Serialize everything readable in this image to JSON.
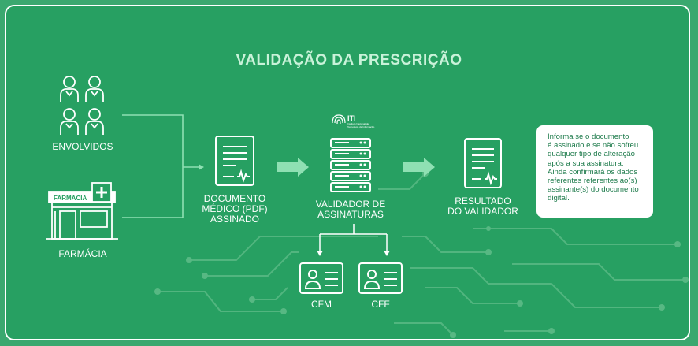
{
  "title": "VALIDAÇÃO DA PRESCRIÇÃO",
  "actors": {
    "involved_label": "ENVOLVIDOS",
    "pharmacy_label": "FARMÁCIA",
    "pharmacy_sign": "FARMACIA"
  },
  "steps": {
    "document": [
      "DOCUMENTO",
      "MÉDICO (PDF)",
      "ASSINADO"
    ],
    "validator": [
      "VALIDADOR DE",
      "ASSINATURAS"
    ],
    "result": [
      "RESULTADO",
      "DO VALIDADOR"
    ]
  },
  "iti_logo": {
    "text": "ITI",
    "subtitle": [
      "Instituto Nacional de",
      "Tecnologia da Informação"
    ]
  },
  "councils": {
    "cfm": "CFM",
    "cff": "CFF"
  },
  "info_box": {
    "lines": [
      "Informa se o documento",
      "é assinado e se não sofreu",
      "qualquer tipo de alteração",
      "após a sua assinatura.",
      "Ainda confirmará os dados",
      "referentes referentes ao(s)",
      "assinante(s) do documento",
      "digital."
    ]
  },
  "colors": {
    "background": "#27a062",
    "title": "#c9f2d9",
    "icon_line": "#ffffff",
    "circuit": "#57b883",
    "arrow": "#8fe0b3"
  }
}
